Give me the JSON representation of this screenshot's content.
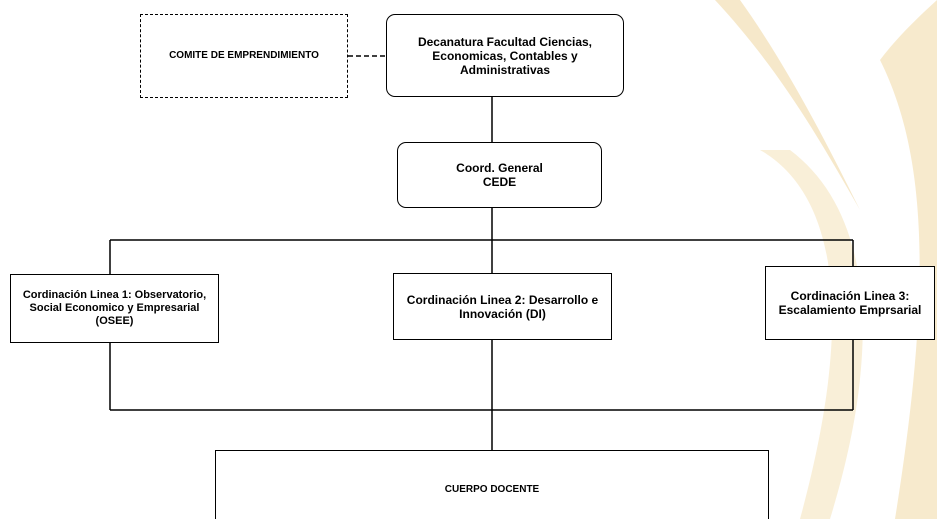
{
  "diagram": {
    "committee": {
      "label": "COMITE  DE EMPRENDIMIENTO"
    },
    "deanery": {
      "label": "Decanatura Facultad Ciencias, Economicas,  Contables y Administrativas"
    },
    "coordination": {
      "line1": "Coord. General",
      "line2": "CEDE"
    },
    "line1": {
      "label": "Cordinación Linea 1: Observatorio, Social Economico  y Empresarial (OSEE)"
    },
    "line2": {
      "label": "Cordinación Linea 2: Desarrollo e Innovación (DI)"
    },
    "line3": {
      "label": "Cordinación Linea 3: Escalamiento Emprsarial"
    },
    "faculty": {
      "label": "CUERPO  DOCENTE"
    }
  },
  "colors": {
    "watermark": "#f5e6c2",
    "line": "#000000"
  }
}
